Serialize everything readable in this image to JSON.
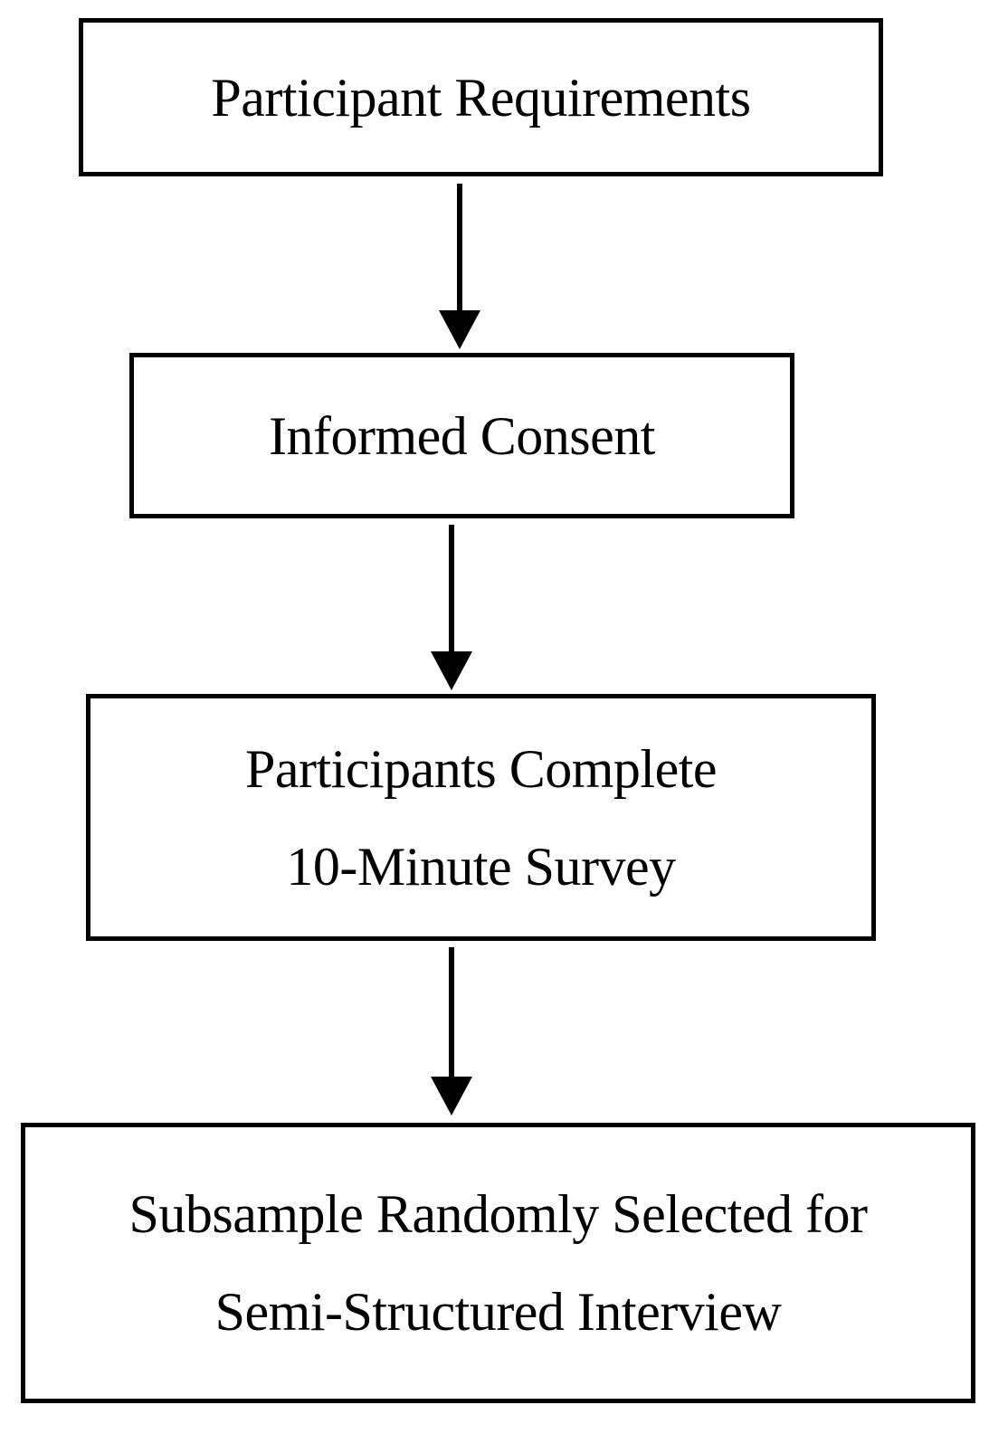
{
  "flowchart": {
    "steps": [
      {
        "lines": [
          "Participant Requirements"
        ]
      },
      {
        "lines": [
          "Informed Consent"
        ]
      },
      {
        "lines": [
          "Participants Complete",
          "10-Minute Survey"
        ]
      },
      {
        "lines": [
          "Subsample Randomly Selected for",
          "Semi-Structured Interview"
        ]
      }
    ],
    "colors": {
      "stroke": "#000000",
      "background": "#ffffff",
      "text": "#000000"
    }
  }
}
